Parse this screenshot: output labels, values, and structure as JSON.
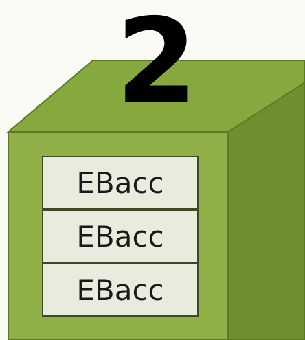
{
  "number": "2",
  "slots": [
    "EBacc",
    "EBacc",
    "EBacc"
  ],
  "colors": {
    "background": "#fbfbf6",
    "cube_front": "#8faf47",
    "cube_top": "#86a93f",
    "cube_side": "#6f8f2f",
    "cube_edge": "#5c7a24",
    "slot_fill": "#e8ecdc",
    "slot_stroke": "#3f4a22",
    "text": "#1a1a1a"
  }
}
